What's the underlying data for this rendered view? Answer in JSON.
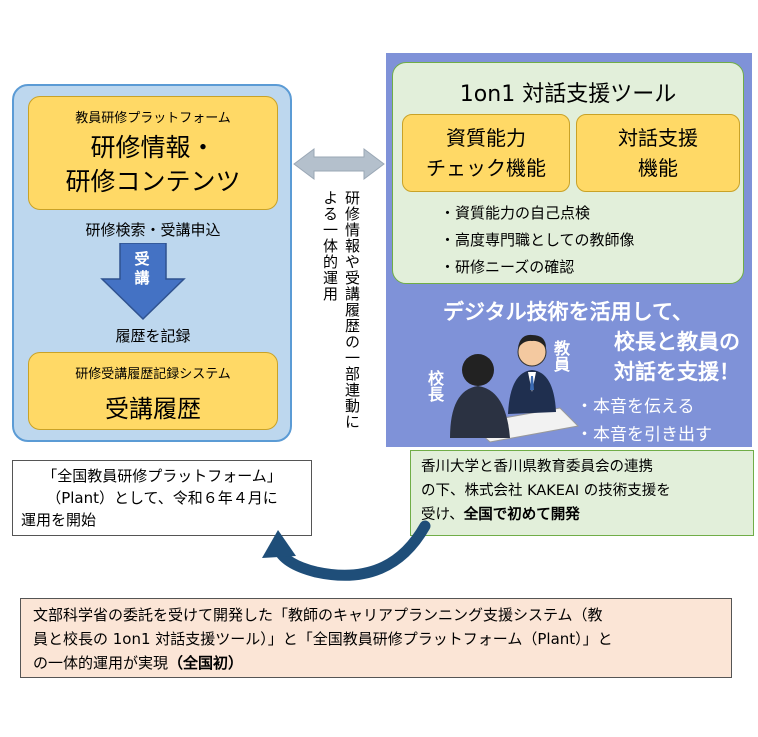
{
  "left": {
    "platform_label": "教員研修プラットフォーム",
    "content_line1": "研修情報・",
    "content_line2": "研修コンテンツ",
    "search_apply": "研修検索・受講申込",
    "arrow_label": "受講",
    "record": "履歴を記録",
    "system_label": "研修受講履歴記録システム",
    "history": "受講履歴"
  },
  "center": {
    "vertical_text": "研修情報や受講履歴の一部連動による一体的運用"
  },
  "right": {
    "title": "1on1 対話支援ツール",
    "box1_line1": "資質能力",
    "box1_line2": "チェック機能",
    "box2_line1": "対話支援",
    "box2_line2": "機能",
    "bullets": [
      "・資質能力の自己点検",
      "・高度専門職としての教師像",
      "・研修ニーズの確認"
    ],
    "headline1": "デジタル技術を活用して、",
    "headline2": "校長と教員の",
    "headline3": "対話を支援！",
    "point1": "・本音を伝える",
    "point2": "・本音を引き出す",
    "label_principal": "校長",
    "label_teacher": "教員"
  },
  "notes": {
    "left_line1": "「全国教員研修プラットフォーム」",
    "left_line2": "（Plant）として、令和６年４月に",
    "left_line3": "運用を開始",
    "right_line1": "香川大学と香川県教育委員会の連携",
    "right_line2": "の下、株式会社 KAKEAI の技術支援を",
    "right_line3": "受け、",
    "right_bold": "全国で初めて開発",
    "bottom_line1": "文部科学省の委託を受けて開発した「教師のキャリアプランニング支援システム（教",
    "bottom_line2": "員と校長の 1on1 対話支援ツール）」と「全国教員研修プラットフォーム（Plant）」と",
    "bottom_line3": "の一体的運用が実現",
    "bottom_bold": "（全国初）"
  },
  "colors": {
    "left_panel": "#bdd7ee",
    "yellow": "#ffd966",
    "right_panel": "#7f92d8",
    "green": "#e2efda",
    "arrow_blue": "#4472c4",
    "curve_arrow": "#1f4e79",
    "bottom_note": "#fbe5d6"
  }
}
